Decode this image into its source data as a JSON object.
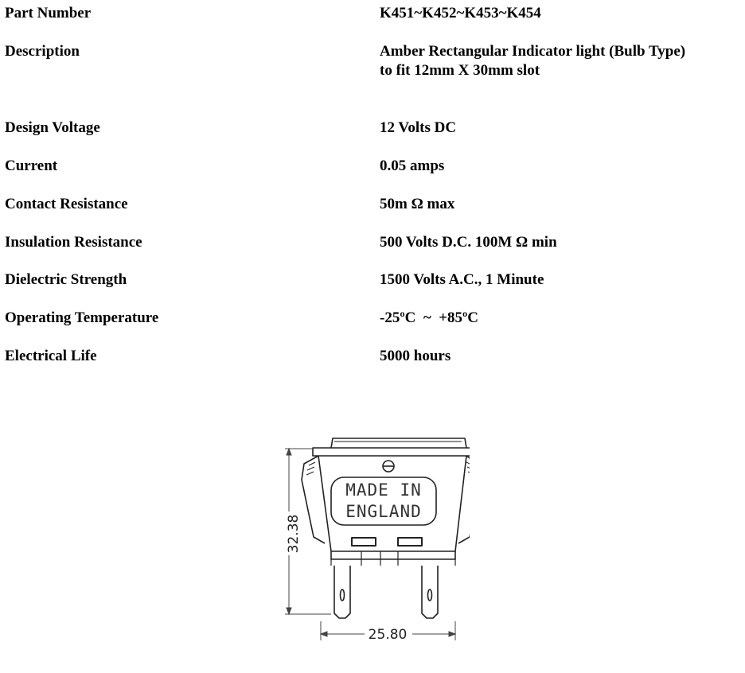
{
  "specs": [
    {
      "label": "Part Number",
      "value": [
        "K451~K452~K453~K454"
      ]
    },
    {
      "label": "Description",
      "value": [
        "Amber Rectangular Indicator light (Bulb Type)",
        "to fit 12mm X 30mm slot"
      ]
    },
    {
      "label": "Design Voltage",
      "value": [
        "12 Volts DC"
      ]
    },
    {
      "label": "Current",
      "value": [
        "0.05 amps"
      ]
    },
    {
      "label": "Contact Resistance",
      "value": [
        "50m Ω max"
      ]
    },
    {
      "label": "Insulation Resistance",
      "value": [
        "500 Volts D.C. 100M Ω min"
      ]
    },
    {
      "label": "Dielectric Strength",
      "value": [
        "1500 Volts A.C., 1 Minute"
      ]
    },
    {
      "label": "Operating Temperature",
      "value": [
        "-25ºC  ~  +85ºC"
      ]
    },
    {
      "label": "Electrical Life",
      "value": [
        "5000 hours"
      ]
    }
  ],
  "drawing": {
    "emboss_line1": "MADE IN",
    "emboss_line2": "ENGLAND",
    "height_dim": "32.38",
    "width_dim": "25.80"
  }
}
